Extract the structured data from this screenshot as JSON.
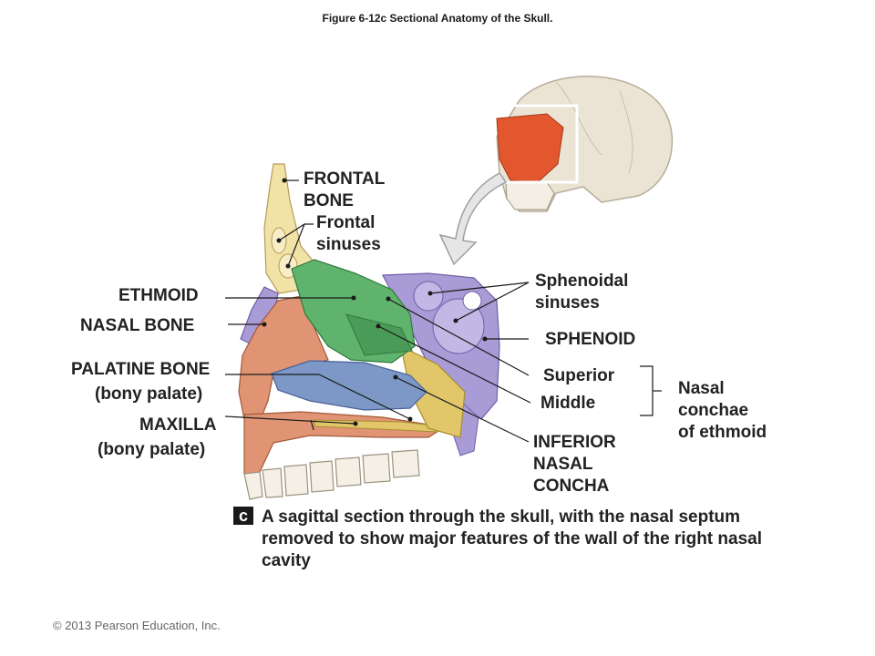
{
  "title": "Figure 6-12c  Sectional Anatomy of the Skull.",
  "labels": {
    "frontal_bone": [
      "FRONTAL",
      "BONE"
    ],
    "frontal_sinuses": [
      "Frontal",
      "sinuses"
    ],
    "ethmoid": "ETHMOID",
    "nasal_bone": "NASAL BONE",
    "palatine_bone": "PALATINE BONE",
    "palatine_sub": "(bony palate)",
    "maxilla": "MAXILLA",
    "maxilla_sub": "(bony palate)",
    "sphenoidal_sinuses": [
      "Sphenoidal",
      "sinuses"
    ],
    "sphenoid": "SPHENOID",
    "superior": "Superior",
    "middle": "Middle",
    "nasal_conchae": [
      "Nasal",
      "conchae",
      "of ethmoid"
    ],
    "inferior_nasal_concha": [
      "INFERIOR",
      "NASAL",
      "CONCHA"
    ]
  },
  "caption": {
    "badge": "c",
    "text": "A sagittal section through the skull, with the nasal septum removed to show major features of the wall of the right nasal cavity"
  },
  "copyright": "© 2013 Pearson Education, Inc.",
  "colors": {
    "frontal": "#f1e3a6",
    "ethmoid": "#5fb36d",
    "sphenoid": "#a99bd6",
    "maxilla": "#e09474",
    "palatine": "#e2c76a",
    "concha": "#7d98c6",
    "teeth": "#f4f0e6",
    "skull": "#e9e1d3",
    "skull_highlight": "#e2572e"
  }
}
